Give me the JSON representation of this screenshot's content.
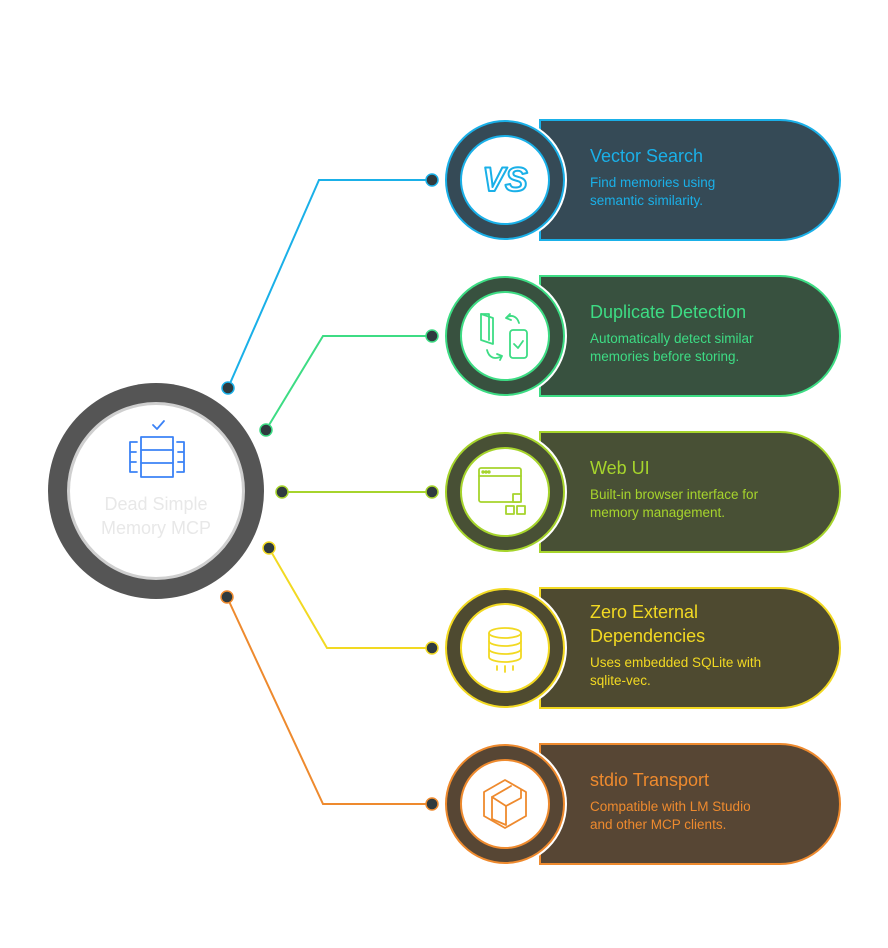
{
  "hub": {
    "label_line1": "Dead Simple",
    "label_line2": "Memory MCP",
    "icon": "database-server-icon",
    "ring_color": "#555555",
    "icon_color": "#3b82f6"
  },
  "features": [
    {
      "id": "vector-search",
      "title_lines": [
        "Vector Search"
      ],
      "desc_lines": [
        "Find memories using",
        "semantic similarity."
      ],
      "icon_text": "VS",
      "icon": "vs-letters-icon",
      "accent": "#1ab0e8",
      "panel": "#354a56"
    },
    {
      "id": "duplicate-detection",
      "title_lines": [
        "Duplicate Detection"
      ],
      "desc_lines": [
        "Automatically detect similar",
        "memories before storing."
      ],
      "icon": "device-sync-icon",
      "accent": "#3ddc84",
      "panel": "#38513f"
    },
    {
      "id": "web-ui",
      "title_lines": [
        "Web UI"
      ],
      "desc_lines": [
        "Built-in browser interface for",
        "memory management."
      ],
      "icon": "browser-window-icon",
      "accent": "#a6d42c",
      "panel": "#485035"
    },
    {
      "id": "zero-deps",
      "title_lines": [
        "Zero External",
        "Dependencies"
      ],
      "desc_lines": [
        "Uses embedded SQLite with",
        "sqlite-vec."
      ],
      "icon": "database-cylinder-icon",
      "accent": "#f2d922",
      "panel": "#4e4a30"
    },
    {
      "id": "stdio-transport",
      "title_lines": [
        "stdio Transport"
      ],
      "desc_lines": [
        "Compatible with LM Studio",
        "and other MCP clients."
      ],
      "icon": "cube-box-icon",
      "accent": "#ee8a2e",
      "panel": "#574634"
    }
  ]
}
